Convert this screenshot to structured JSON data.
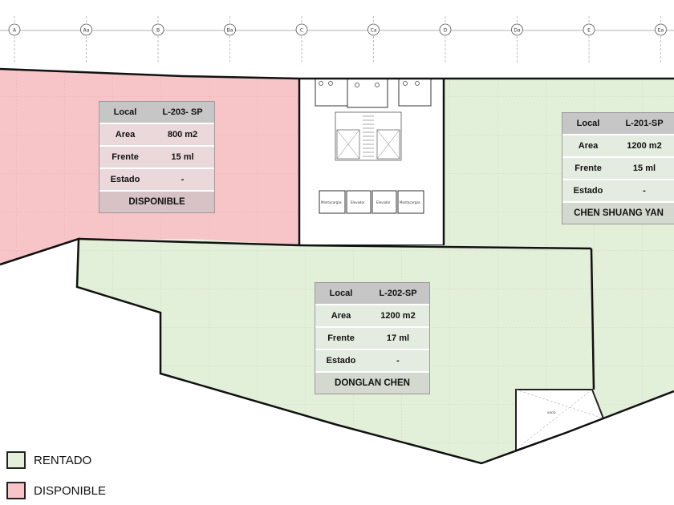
{
  "grid_axes": [
    "A",
    "Aa",
    "B",
    "Ba",
    "C",
    "Ca",
    "D",
    "Da",
    "E",
    "Ea"
  ],
  "core_labels": {
    "montacargas_left": "Montacargas",
    "elevador_left": "Elevador",
    "elevador_right": "Elevador",
    "montacargas_right": "Montacargas",
    "vacio": "vacio"
  },
  "colors": {
    "rentado": "#e2efd9",
    "disponible": "#f7c5c8",
    "card_header": "#c6c6c6",
    "card_rentado_row": "#e4ebe0",
    "card_disponible_row": "#ead8da",
    "card_status_rentado": "#d3d9cf",
    "card_status_disponible": "#d7c3c5"
  },
  "units": [
    {
      "id": "L-203-SP",
      "header_label": "Local",
      "header_value": "L-203- SP",
      "rows": [
        {
          "label": "Area",
          "value": "800 m2"
        },
        {
          "label": "Frente",
          "value": "15 ml"
        },
        {
          "label": "Estado",
          "value": "-"
        }
      ],
      "status": "DISPONIBLE",
      "state": "disponible"
    },
    {
      "id": "L-201-SP",
      "header_label": "Local",
      "header_value": "L-201-SP",
      "rows": [
        {
          "label": "Area",
          "value": "1200 m2"
        },
        {
          "label": "Frente",
          "value": "15 ml"
        },
        {
          "label": "Estado",
          "value": "-"
        }
      ],
      "status": "CHEN SHUANG YAN",
      "state": "rentado"
    },
    {
      "id": "L-202-SP",
      "header_label": "Local",
      "header_value": "L-202-SP",
      "rows": [
        {
          "label": "Area",
          "value": "1200 m2"
        },
        {
          "label": "Frente",
          "value": "17 ml"
        },
        {
          "label": "Estado",
          "value": "-"
        }
      ],
      "status": "DONGLAN CHEN",
      "state": "rentado"
    }
  ],
  "legend": [
    {
      "label": "RENTADO",
      "state": "rentado"
    },
    {
      "label": "DISPONIBLE",
      "state": "disponible"
    }
  ]
}
